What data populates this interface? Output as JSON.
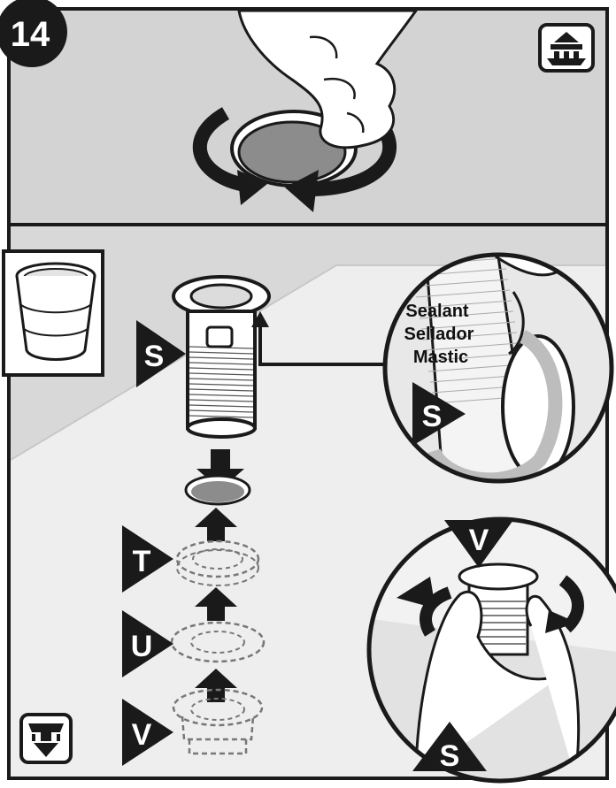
{
  "step_number": "14",
  "labels": {
    "s_part": "S",
    "t_part": "T",
    "u_part": "U",
    "v_part": "V",
    "s_detail": "S",
    "v_detail": "V",
    "s_hand": "S"
  },
  "sealant_text": [
    "Sealant",
    "Sellador",
    "Mastic"
  ],
  "icons": {
    "top_right": "above-sink-view-icon",
    "bottom_left": "below-sink-view-icon",
    "cup": "sealant-cup-icon"
  },
  "colors": {
    "outline": "#1a1a1a",
    "panel_bg": "#d3d3d3",
    "lower_bg": "#e6e6e6",
    "white": "#ffffff"
  }
}
